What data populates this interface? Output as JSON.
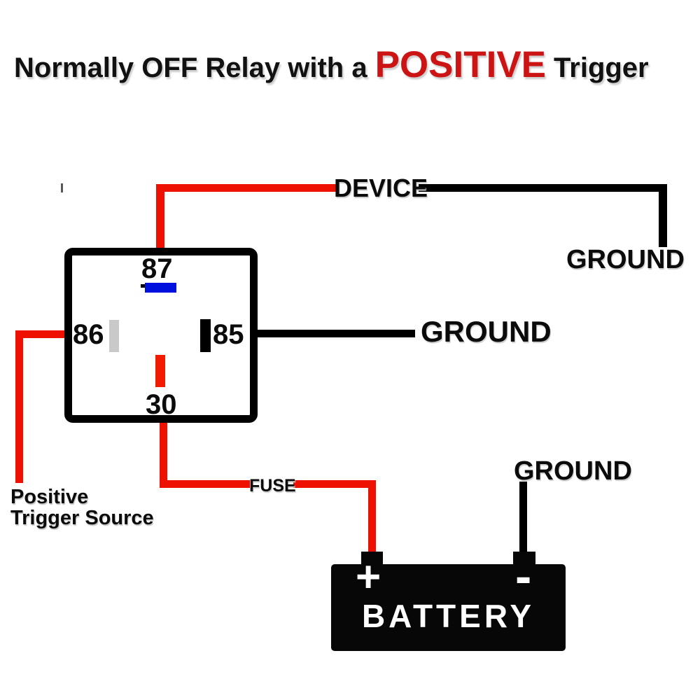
{
  "title": {
    "part1": "Normally OFF Relay with a",
    "highlight": "POSITIVE",
    "part2": "Trigger"
  },
  "relay": {
    "pin87": "87",
    "pin86": "86",
    "pin85": "85",
    "pin30": "30"
  },
  "wire_labels": {
    "device": "DEVICE",
    "ground_top_right": "GROUND",
    "ground_middle": "GROUND",
    "ground_bottom_right": "GROUND",
    "fuse": "FUSE"
  },
  "trigger_source": {
    "line1": "Positive",
    "line2": "Trigger Source"
  },
  "battery": {
    "label": "BATTERY",
    "positive_terminal": "+",
    "negative_terminal": "-"
  },
  "colors": {
    "wire_red": "#ee1000",
    "wire_black": "#000000",
    "title_red": "#cc1414",
    "coil_blue": "#0011dd",
    "pin86_gray": "#c9c9c9",
    "pin30_red": "#f21b00",
    "battery_black": "#070707",
    "battery_text": "#ffffff"
  }
}
